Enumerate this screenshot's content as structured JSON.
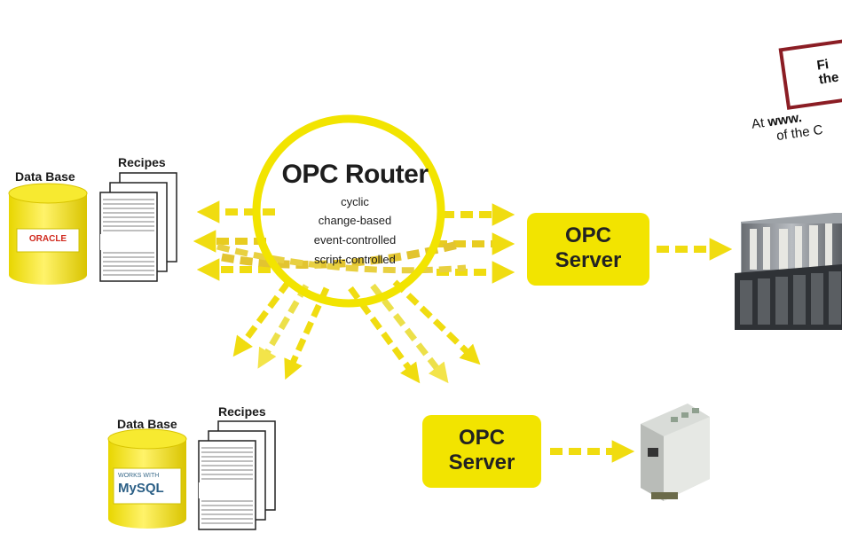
{
  "router": {
    "title": "OPC Router",
    "modes": [
      "cyclic",
      "change-based",
      "event-controlled",
      "script-controlled"
    ]
  },
  "database_top": {
    "label": "Data Base",
    "logo_text": "ORACLE",
    "recipes_label": "Recipes"
  },
  "database_bottom": {
    "label": "Data Base",
    "logo_small": "WORKS WITH",
    "logo_text": "MySQL",
    "recipes_label": "Recipes"
  },
  "server_right": {
    "line1": "OPC",
    "line2": "Server"
  },
  "server_bottom": {
    "line1": "OPC",
    "line2": "Server"
  },
  "promo": {
    "badge_text": "Fi\nthe",
    "line1_pre": "At ",
    "line1_bold": "www.",
    "line2": "of the C"
  },
  "colors": {
    "accent_yellow": "#f2e400",
    "arrow_yellow": "#f0dc10",
    "badge_red": "#8b1d24",
    "oracle_red": "#d0281c"
  },
  "icons": [
    "database-icon",
    "recipes-documents-icon",
    "plc-hardware-icon",
    "fieldbus-controller-icon"
  ]
}
